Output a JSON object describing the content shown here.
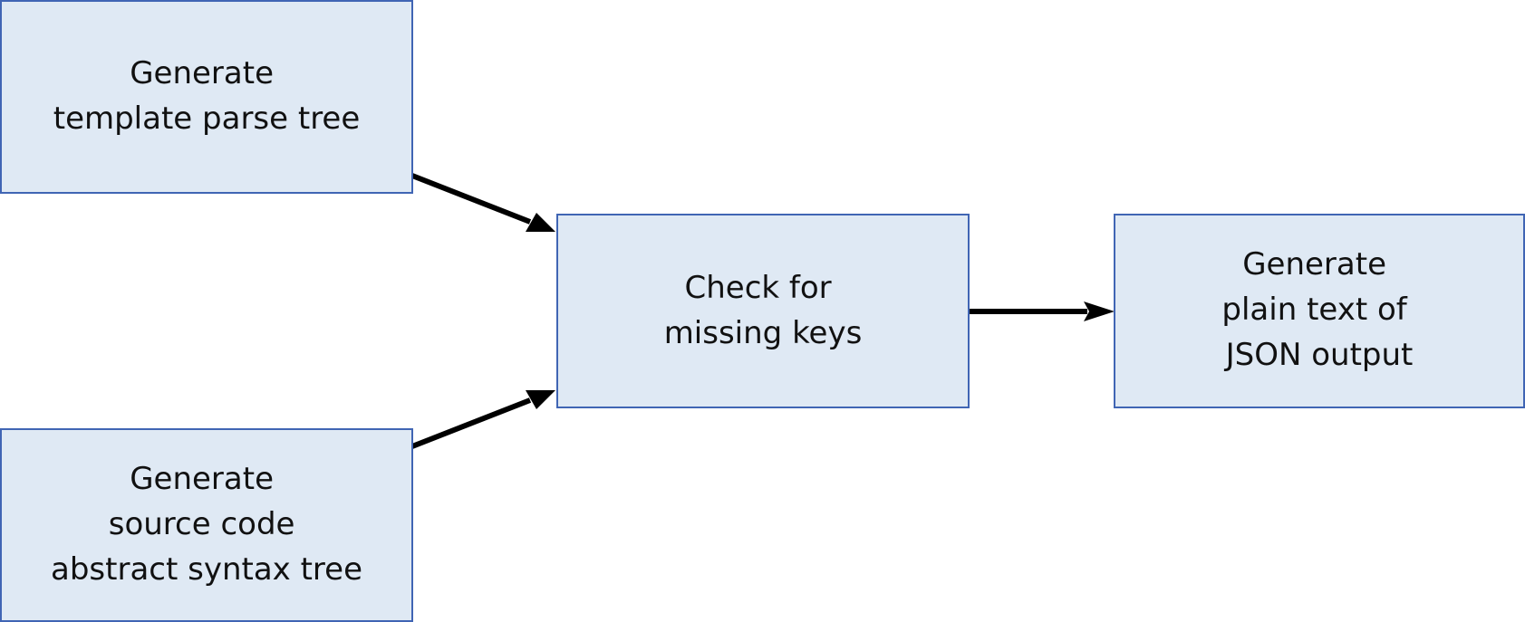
{
  "diagram": {
    "colors": {
      "node_fill": "#dfe9f4",
      "node_stroke": "#4065b4",
      "edge": "#000000"
    },
    "nodes": [
      {
        "id": "template-parse-tree",
        "lines": [
          "Generate",
          "template parse tree"
        ]
      },
      {
        "id": "source-code-ast",
        "lines": [
          "Generate",
          "source code",
          "abstract syntax tree"
        ]
      },
      {
        "id": "check-missing-keys",
        "lines": [
          "Check for",
          "missing keys"
        ]
      },
      {
        "id": "json-output",
        "lines": [
          "Generate",
          "plain text of",
          "JSON output"
        ]
      }
    ],
    "edges": [
      {
        "from": "template-parse-tree",
        "to": "check-missing-keys"
      },
      {
        "from": "source-code-ast",
        "to": "check-missing-keys"
      },
      {
        "from": "check-missing-keys",
        "to": "json-output"
      }
    ]
  }
}
